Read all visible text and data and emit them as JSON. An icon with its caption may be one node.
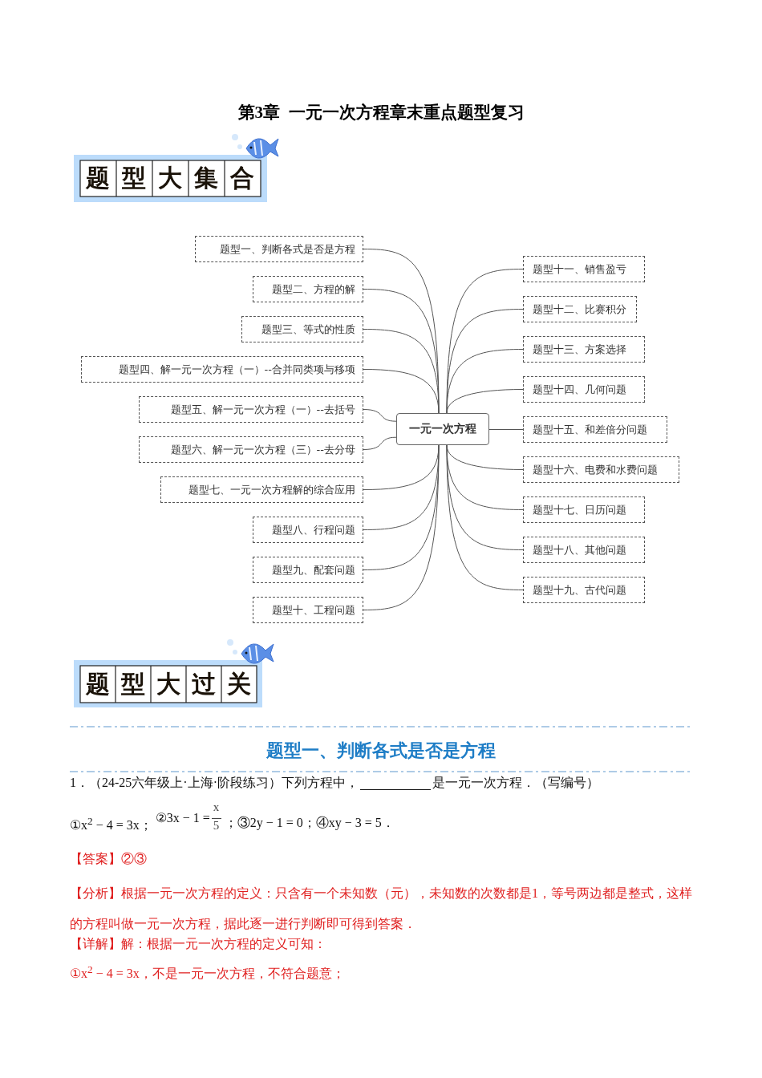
{
  "diagram": {
    "title": "第3章  一元一次方程章末重点题型复习",
    "nodes": [
      {
        "text": [
          "题型一、判断各式是否是方程"
        ]
      },
      {
        "text": [
          "题型二、方程的解"
        ]
      },
      {
        "text": [
          "题型三、等式的性质"
        ]
      },
      {
        "text": [
          "题型四、解一元一次方程（一）--合并同类项与移项"
        ]
      },
      {
        "text": [
          "题型五、解一元一次方程（一）--去括号"
        ]
      },
      {
        "text": [
          "题型六、解一元一次方程（三）--去分母"
        ]
      },
      {
        "text": [
          "题型七、一元一次方程解的综合应用"
        ]
      },
      {
        "text": [
          "题型八、行程问题"
        ]
      },
      {
        "text": [
          "题型九、配套问题"
        ]
      },
      {
        "text": [
          "题型十、工程问题"
        ]
      },
      {
        "text": [
          "一元一次方程"
        ]
      },
      {
        "text": [
          "题型十一、销售盈亏"
        ]
      },
      {
        "text": [
          "题型十二、比赛积分"
        ]
      },
      {
        "text": [
          "题型十三、方案选择"
        ]
      },
      {
        "text": [
          "题型十四、几何问题"
        ]
      },
      {
        "text": [
          "题型十五、和差倍分问题"
        ]
      },
      {
        "text": [
          "题型十六、电费和水费问题"
        ]
      },
      {
        "text": [
          "题型十七、日历问题"
        ]
      },
      {
        "text": [
          "题型十八、其他问题"
        ]
      },
      {
        "text": [
          "题型十九、古代问题"
        ]
      }
    ],
    "edges": [
      {
        "from": 10,
        "to": 0,
        "arrow": "none"
      },
      {
        "from": 10,
        "to": 1,
        "arrow": "none"
      },
      {
        "from": 10,
        "to": 2,
        "arrow": "none"
      },
      {
        "from": 10,
        "to": 3,
        "arrow": "none"
      },
      {
        "from": 10,
        "to": 4,
        "arrow": "none"
      },
      {
        "from": 10,
        "to": 5,
        "arrow": "none"
      },
      {
        "from": 10,
        "to": 6,
        "arrow": "none"
      },
      {
        "from": 10,
        "to": 7,
        "arrow": "none"
      },
      {
        "from": 10,
        "to": 8,
        "arrow": "none"
      },
      {
        "from": 10,
        "to": 9,
        "arrow": "none"
      },
      {
        "from": 10,
        "to": 11,
        "arrow": "none"
      },
      {
        "from": 10,
        "to": 12,
        "arrow": "none"
      },
      {
        "from": 10,
        "to": 13,
        "arrow": "none"
      },
      {
        "from": 10,
        "to": 14,
        "arrow": "none"
      },
      {
        "from": 10,
        "to": 15,
        "arrow": "none"
      },
      {
        "from": 10,
        "to": 16,
        "arrow": "none"
      },
      {
        "from": 10,
        "to": 17,
        "arrow": "none"
      },
      {
        "from": 10,
        "to": 18,
        "arrow": "none"
      },
      {
        "from": 10,
        "to": 19,
        "arrow": "none"
      }
    ],
    "labels": [
      "题型大集合",
      "题型大过关",
      "题型一、判断各式是否是方程",
      "1．（24-25六年级上·上海·阶段练习）下列方程中，",
      "是一元一次方程．（写编号）",
      "①x$^{2}$ − 4 = 3x；",
      "②3x − 1 =",
      "x",
      "5",
      "；③2y − 1 = 0；④xy − 3 = 5．",
      "【答案】②③",
      "【分析】根据一元一次方程的定义：只含有一个未知数（元），未知数的次数都是1，等号两边都是整式，这样的方程叫做一元一次方程，据此逐一进行判断即可得到答案．",
      "【详解】解：根据一元一次方程的定义可知：",
      "①x$^{2}$ − 4 = 3x，不是一元一次方程，不符合题意；"
    ]
  }
}
